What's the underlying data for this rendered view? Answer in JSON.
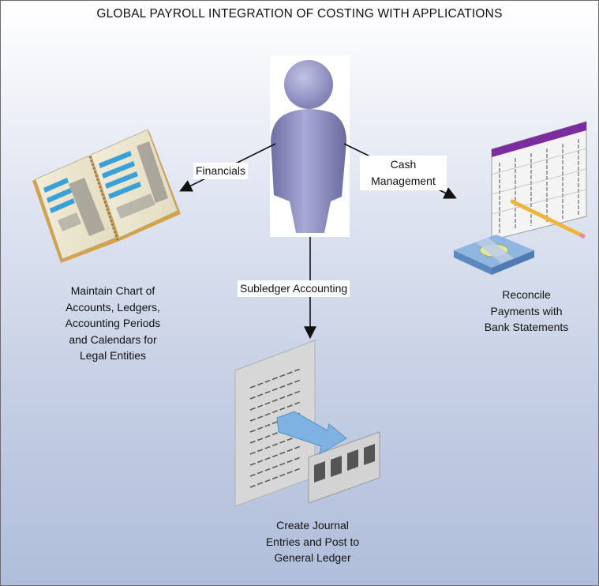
{
  "title": "GLOBAL PAYROLL INTEGRATION OF COSTING WITH APPLICATIONS",
  "connectors": {
    "financials": "Financials",
    "cash_management": "Cash\nManagement",
    "subledger": "Subledger Accounting"
  },
  "nodes": {
    "ledger_desc": "Maintain Chart of\nAccounts, Ledgers,\nAccounting Periods\nand Calendars for\nLegal Entities",
    "reconcile_desc": "Reconcile\nPayments with\nBank Statements",
    "journal_desc": "Create Journal\nEntries and Post to\nGeneral Ledger"
  },
  "icons": {
    "person": "user-person-icon",
    "ledger": "open-ledger-book-icon",
    "spreadsheet": "spreadsheet-pencil-icon",
    "money": "cash-bundle-icon",
    "journal": "journal-transfer-icon"
  },
  "colors": {
    "person": "#8e8fbf",
    "accent_blue": "#3aa0d8",
    "header_purple": "#7b2c9e",
    "pencil": "#f0b43c"
  }
}
